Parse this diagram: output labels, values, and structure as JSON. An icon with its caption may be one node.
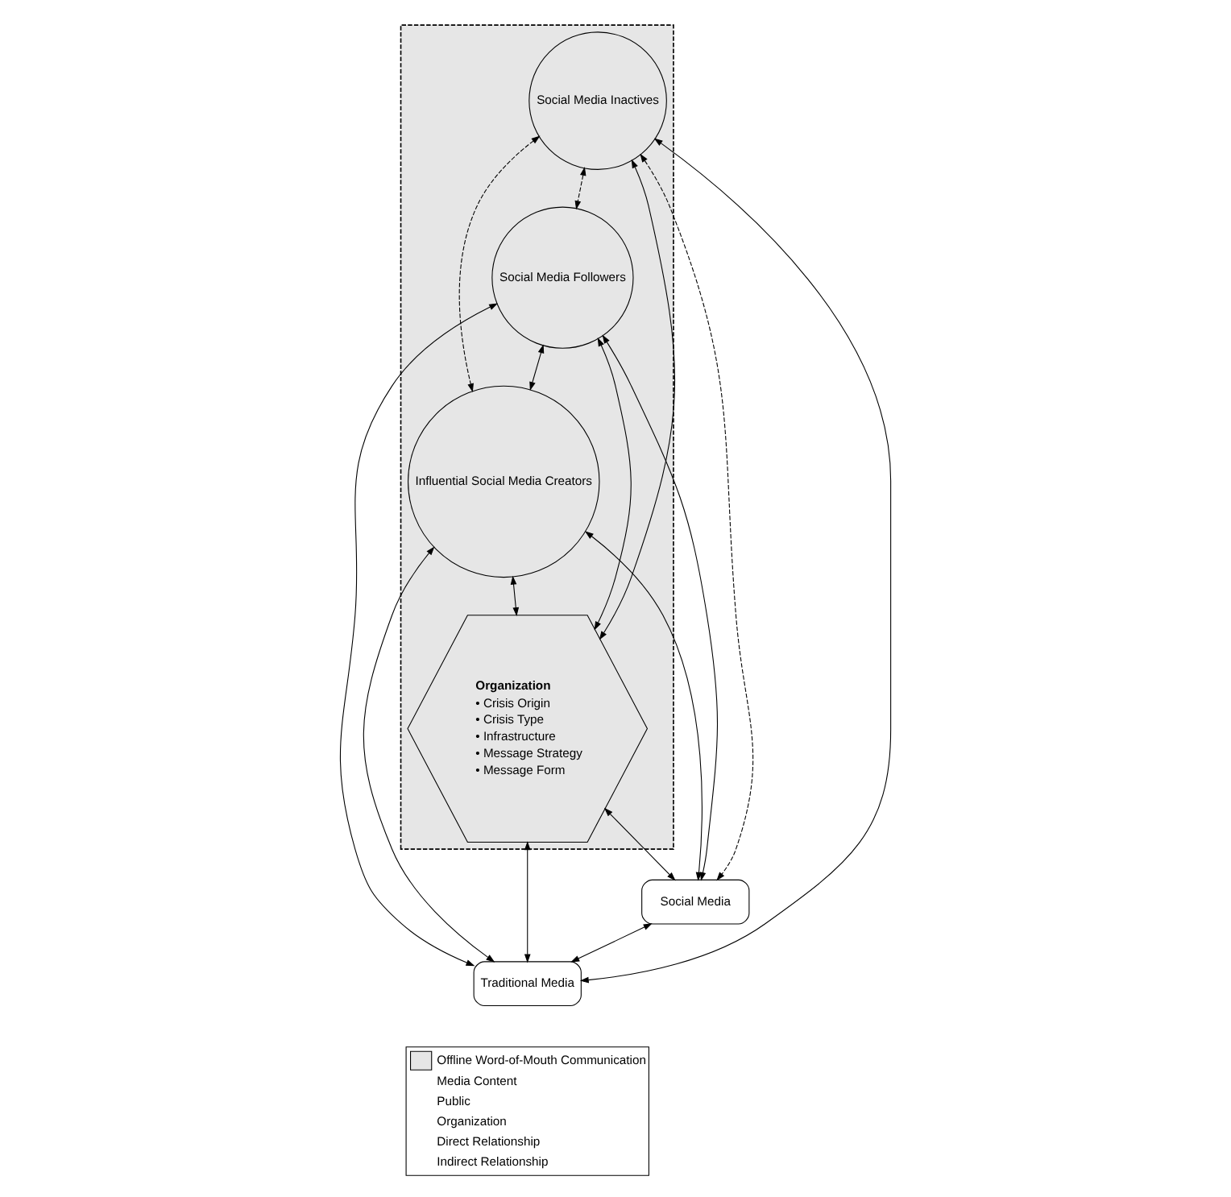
{
  "diagram": {
    "nodes": [
      {
        "text": [
          "Social Media"
        ]
      },
      {
        "text": [],
        "shape": "box"
      },
      {
        "text": [
          "Social Media Followers"
        ],
        "in": 1
      },
      {
        "text": [
          "Social Media Inactives"
        ],
        "in": 1
      },
      {
        "text": [
          "Organization",
          "• Crisis Origin",
          "• Crisis Type",
          "• Infrastructure",
          "• Message Strategy",
          "• Message Form"
        ],
        "in": 1
      },
      {
        "text": [
          "Influential Social Media Creators"
        ],
        "in": 1
      },
      {
        "text": [
          "Traditional Media"
        ]
      }
    ],
    "edges": [
      {
        "from": 3,
        "to": 0,
        "arrow": "both",
        "style": "dashed"
      },
      {
        "from": 2,
        "to": 0,
        "arrow": "both"
      },
      {
        "from": 5,
        "to": 0,
        "arrow": "both"
      },
      {
        "from": 4,
        "to": 0,
        "arrow": "both"
      },
      {
        "from": 0,
        "to": 6,
        "arrow": "both"
      },
      {
        "from": 3,
        "to": 2,
        "arrow": "both",
        "style": "dashed"
      },
      {
        "from": 3,
        "to": 5,
        "arrow": "both",
        "style": "dashed"
      },
      {
        "from": 3,
        "to": 4,
        "arrow": "both"
      },
      {
        "from": 2,
        "to": 4,
        "arrow": "both"
      },
      {
        "from": 2,
        "to": 5,
        "arrow": "both"
      },
      {
        "from": 2,
        "to": 6,
        "arrow": "both"
      },
      {
        "from": 5,
        "to": 4,
        "arrow": "both"
      },
      {
        "from": 5,
        "to": 6,
        "arrow": "both"
      },
      {
        "from": 4,
        "to": 6,
        "arrow": "both"
      },
      {
        "from": 3,
        "to": 6,
        "arrow": "both"
      }
    ],
    "legend": [
      {
        "text": "Offline Word-of-Mouth Communication",
        "color": "#e6e6e6"
      },
      {
        "text": "Media Content"
      },
      {
        "text": "Public"
      },
      {
        "text": "Organization"
      },
      {
        "text": "Direct Relationship"
      },
      {
        "text": "Indirect Relationship"
      }
    ]
  }
}
